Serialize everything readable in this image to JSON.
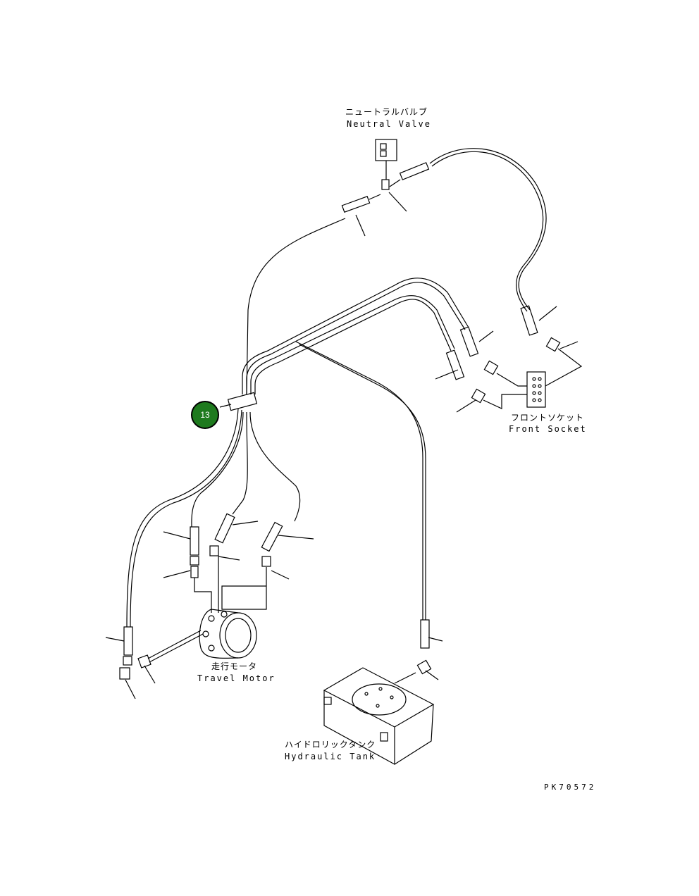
{
  "labels": {
    "neutral_valve_jp": "ニュートラルバルブ",
    "neutral_valve_en": "Neutral Valve",
    "front_socket_jp": "フロントソケット",
    "front_socket_en": "Front Socket",
    "travel_motor_jp": "走行モータ",
    "travel_motor_en": "Travel Motor",
    "hydraulic_tank_jp": "ハイドロリックタンク",
    "hydraulic_tank_en": "Hydraulic Tank"
  },
  "callout": {
    "number": "13",
    "color": "#1e7a1e"
  },
  "drawing_code": "PK70572"
}
